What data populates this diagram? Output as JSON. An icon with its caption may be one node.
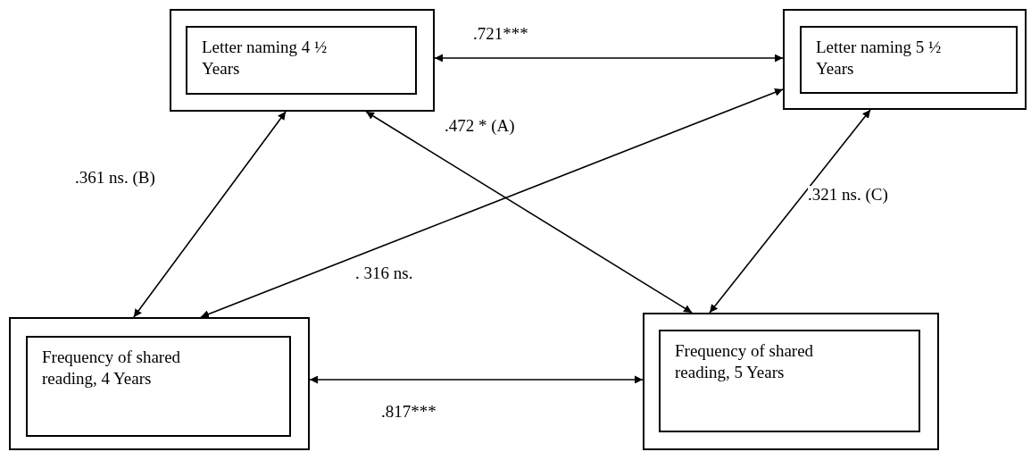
{
  "diagram": {
    "nodes": [
      {
        "text": [
          "Letter naming 4 ½ Years"
        ]
      },
      {
        "text": [
          "Letter naming 5 ½ Years"
        ]
      },
      {
        "text": [
          "Frequency of shared reading, 4 Years"
        ]
      },
      {
        "text": [
          "Frequency of shared reading, 5 Years"
        ]
      }
    ],
    "edges": [
      {
        "from": 0,
        "to": 1,
        "arrow": "both",
        "label": ".721***"
      },
      {
        "from": 0,
        "to": 3,
        "arrow": "both",
        "label": ".472 * (A)"
      },
      {
        "from": 0,
        "to": 2,
        "arrow": "both",
        "label": ".361 ns. (B)"
      },
      {
        "from": 1,
        "to": 3,
        "arrow": "both",
        "label": ".321 ns. (C)"
      },
      {
        "from": 1,
        "to": 2,
        "arrow": "both",
        "label": ". 316 ns."
      },
      {
        "from": 2,
        "to": 3,
        "arrow": "both",
        "label": ".817***"
      }
    ]
  }
}
